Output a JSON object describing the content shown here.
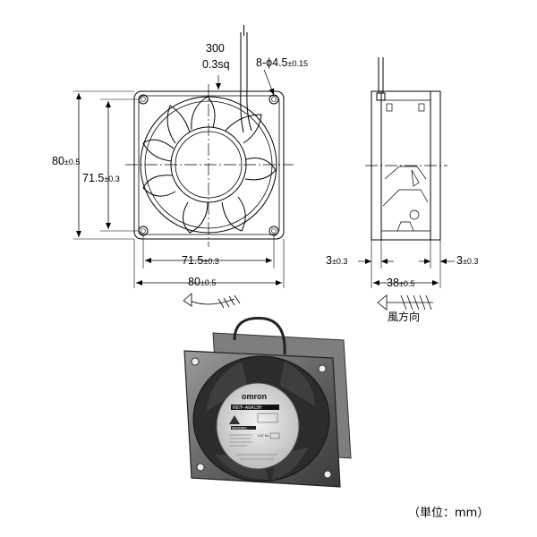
{
  "front_view": {
    "cable_length": "300",
    "cable_size": "0.3sq",
    "hole_callout_prefix": "8-",
    "hole_callout_value": "ϕ4.5",
    "hole_callout_tol": "±0.15",
    "height_outer": "80",
    "height_outer_tol": "±0.5",
    "height_pitch": "71.5",
    "height_pitch_tol": "±0.3",
    "width_pitch": "71.5",
    "width_pitch_tol": "±0.3",
    "width_outer": "80",
    "width_outer_tol": "±0.5"
  },
  "side_view": {
    "flange_left": "3",
    "flange_left_tol": "±0.3",
    "flange_right": "3",
    "flange_right_tol": "±0.3",
    "depth": "38",
    "depth_tol": "±0.5",
    "airflow_label": "風方向"
  },
  "product_label": {
    "brand": "omron",
    "model": "R87F-A6A13H",
    "warning": "WARNING",
    "lot": "LOT No."
  },
  "unit_note": "（単位：mm）"
}
